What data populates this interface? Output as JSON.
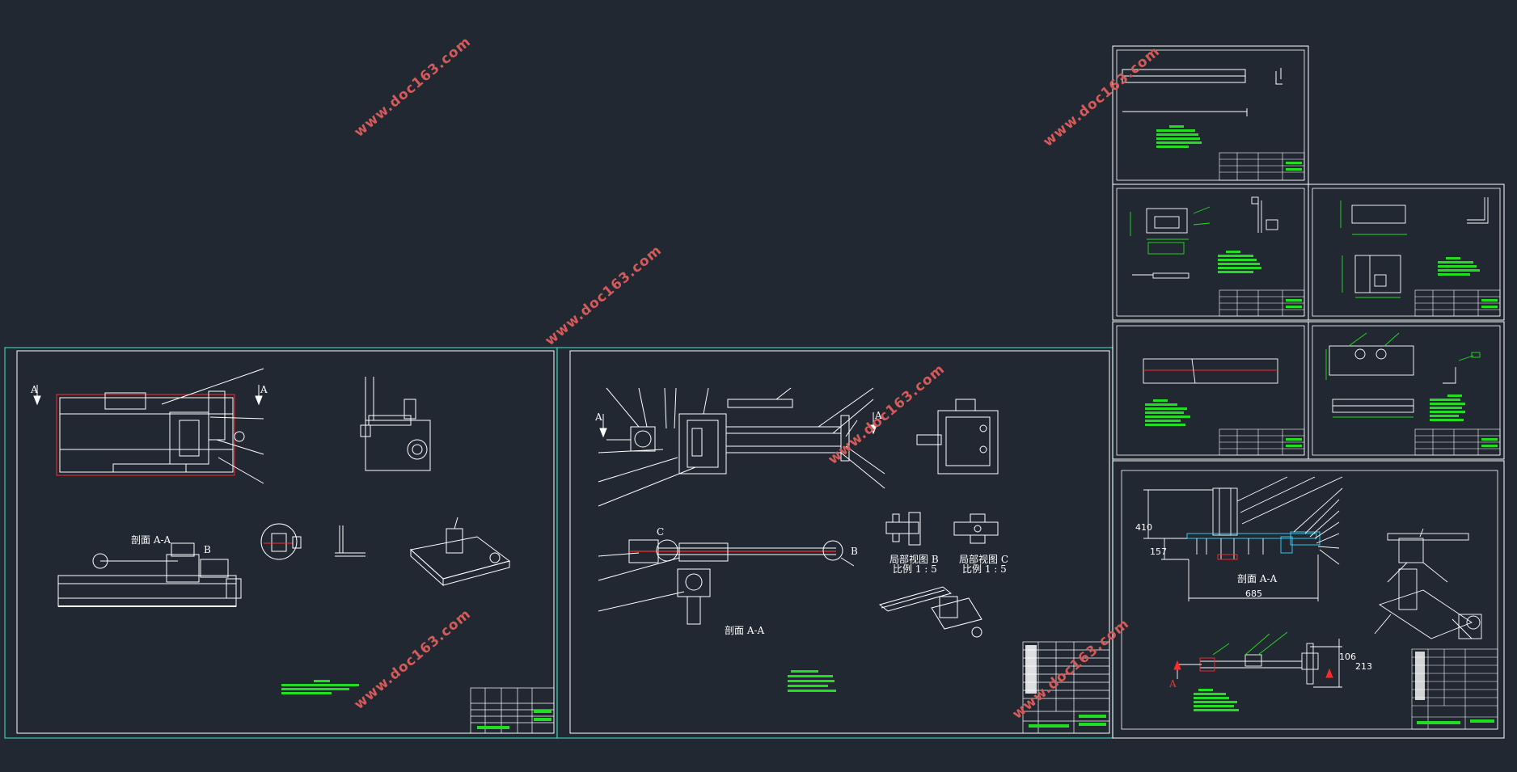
{
  "watermark": "www.doc163.com",
  "colors": {
    "background": "#222831",
    "line": "#ffffff",
    "frame_teal": "#3ec9b0",
    "note_green": "#22dd22",
    "red": "#ff2a2a",
    "cyan": "#37d6ff",
    "watermark": "#d55a5a",
    "text_white": "#ffffff"
  },
  "sheets": {
    "sheet1": {
      "section_label": "剖面 A-A",
      "marker": "A",
      "marker_b": "B"
    },
    "sheet2": {
      "section_label": "剖面 A-A",
      "marker": "A",
      "marker_b": "B",
      "marker_c": "C",
      "detail_b_title": "局部视图 B",
      "detail_b_scale": "比例 1 : 5",
      "detail_c_title": "局部视图 C",
      "detail_c_scale": "比例 1 : 5"
    },
    "sheet_assembly": {
      "section_label": "剖面 A-A",
      "marker": "A",
      "dim_height": "410",
      "dim_inner": "157",
      "dim_width": "685",
      "dim_106": "106",
      "dim_213": "213"
    }
  }
}
